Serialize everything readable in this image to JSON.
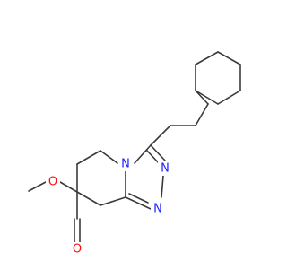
{
  "molecule": {
    "atoms": {
      "n_top": {
        "symbol": "N",
        "color": "#2020ff"
      },
      "n_right": {
        "symbol": "N",
        "color": "#2020ff"
      },
      "n_bottom": {
        "symbol": "N",
        "color": "#2020ff"
      },
      "o_ether": {
        "symbol": "O",
        "color": "#ff0d0d"
      },
      "o_carbonyl": {
        "symbol": "O",
        "color": "#ff0d0d"
      }
    },
    "bond_color": "#3a3a3a"
  }
}
